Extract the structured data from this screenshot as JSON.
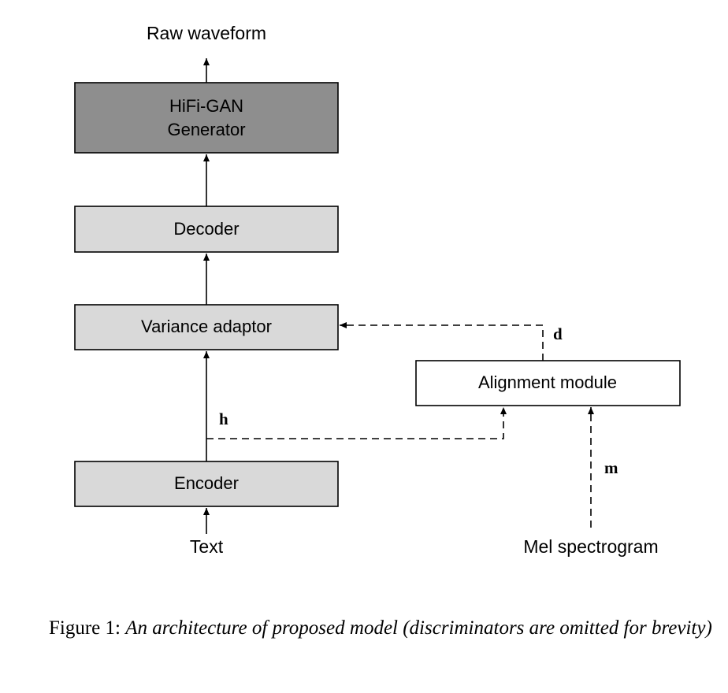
{
  "diagram": {
    "output_label": "Raw waveform",
    "text_input_label": "Text",
    "mel_input_label": "Mel spectrogram",
    "generator_line1": "HiFi-GAN",
    "generator_line2": "Generator",
    "decoder_label": "Decoder",
    "variance_adaptor_label": "Variance adaptor",
    "alignment_module_label": "Alignment module",
    "encoder_label": "Encoder",
    "var_h": "h",
    "var_d": "d",
    "var_m": "m",
    "colors": {
      "generator_fill": "#8e8e8e",
      "module_fill": "#d9d9d9",
      "alignment_fill": "#ffffff",
      "stroke": "#000000"
    }
  },
  "caption": {
    "prefix": "Figure 1:",
    "body": "An architecture of proposed model (discriminators are omitted for brevity)"
  }
}
